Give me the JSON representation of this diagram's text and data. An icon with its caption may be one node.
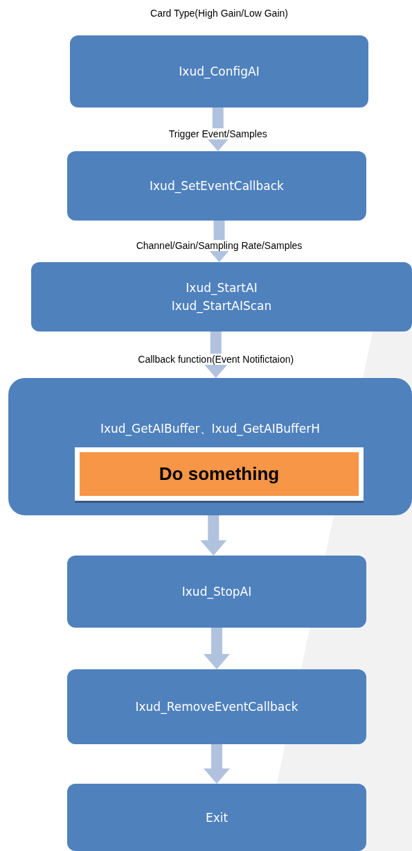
{
  "diagram": {
    "nodes": [
      {
        "text": [
          "Ixud_ConfigAI"
        ],
        "beside": [
          "Card Type(High Gain/Low Gain)"
        ]
      },
      {
        "text": [
          "Ixud_SetEventCallback"
        ]
      },
      {
        "text": [
          "Ixud_StartAI",
          "Ixud_StartAIScan"
        ]
      },
      {
        "text": [
          "Ixud_GetAIBuffer、Ixud_GetAIBufferH"
        ]
      },
      {
        "text": [
          "Do something"
        ],
        "in": 3
      },
      {
        "text": [
          "Ixud_StopAI"
        ]
      },
      {
        "text": [
          "Ixud_RemoveEventCallback"
        ]
      },
      {
        "text": [
          "Exit"
        ]
      }
    ],
    "edges": [
      {
        "from": 0,
        "to": 1,
        "arrow": "to",
        "label": "Trigger Event/Samples"
      },
      {
        "from": 1,
        "to": 2,
        "arrow": "to",
        "label": "Channel/Gain/Sampling Rate/Samples"
      },
      {
        "from": 2,
        "to": 3,
        "arrow": "to",
        "label": "Callback function(Event Notifictaion)"
      },
      {
        "from": 3,
        "to": 5,
        "arrow": "to"
      },
      {
        "from": 5,
        "to": 6,
        "arrow": "to"
      },
      {
        "from": 6,
        "to": 7,
        "arrow": "to"
      }
    ]
  }
}
